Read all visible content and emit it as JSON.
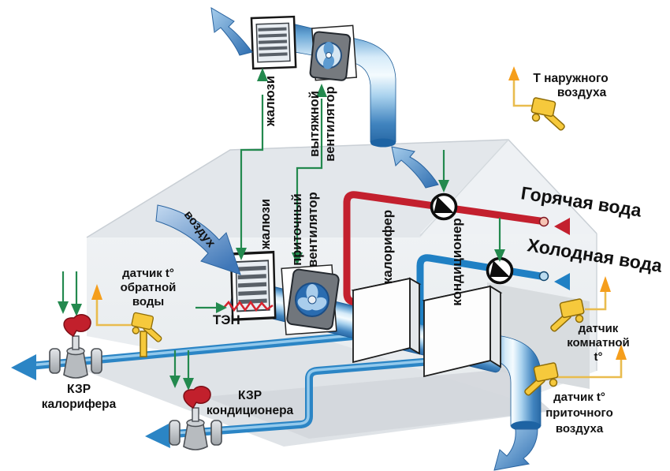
{
  "colors": {
    "hot_water": "#c3202e",
    "cold_water": "#1b7ec2",
    "pipe_blue": "#2b85c5",
    "duct_blue": "#4a90c8",
    "control_green": "#23894e",
    "sensor_yellow": "#f6c93c",
    "sensor_line": "#e9bc4e",
    "arrow_orange": "#f59e1c",
    "valve_red": "#c2202c",
    "text": "#111111"
  },
  "labels": {
    "louvers_exhaust": "жалюзи",
    "exhaust_fan": [
      "вытяжной",
      "вентилятор"
    ],
    "outdoor_temp": [
      "Т наружного",
      "воздуха"
    ],
    "hot_water": "Горячая вода",
    "cold_water": "Холодная вода",
    "air_flow": "воздух",
    "louvers_supply": "жалюзи",
    "supply_fan": [
      "приточный",
      "вентилятор"
    ],
    "heater": "калорифер",
    "conditioner": "кондиционер",
    "electric_heater": "ТЭН",
    "sensor_return_water": [
      "датчик t°",
      "обратной",
      "воды"
    ],
    "kzr_heater": [
      "КЗР",
      "калорифера"
    ],
    "kzr_conditioner": [
      "КЗР",
      "кондиционера"
    ],
    "sensor_room_temp": [
      "датчик",
      "комнатной",
      "t°"
    ],
    "sensor_supply_air": [
      "датчик t°",
      "приточного",
      "воздуха"
    ]
  }
}
